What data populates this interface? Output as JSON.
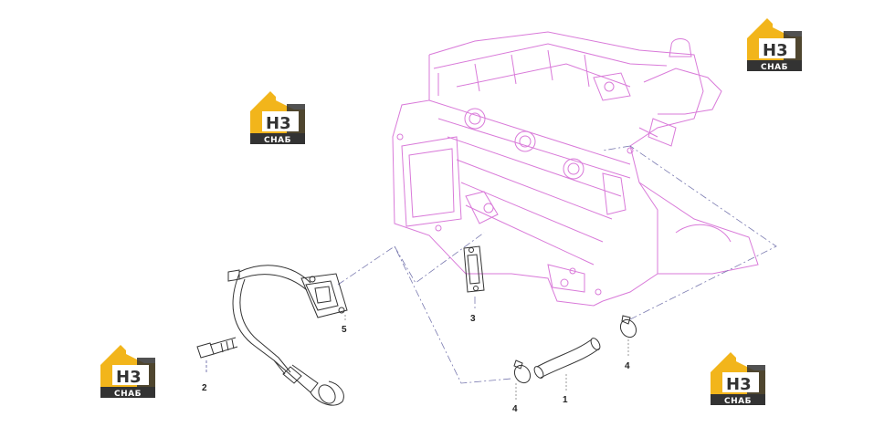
{
  "diagram": {
    "callouts": [
      "1",
      "2",
      "3",
      "4",
      "4",
      "5"
    ]
  },
  "watermark": {
    "letters": "H3",
    "brand": "СНАБ",
    "colors": {
      "yellow": "#f2b51b",
      "dark": "#333333"
    }
  },
  "colors": {
    "engine_outline": "#d97ad9",
    "leader_line": "#7a7ab0",
    "part_line": "#333333"
  }
}
